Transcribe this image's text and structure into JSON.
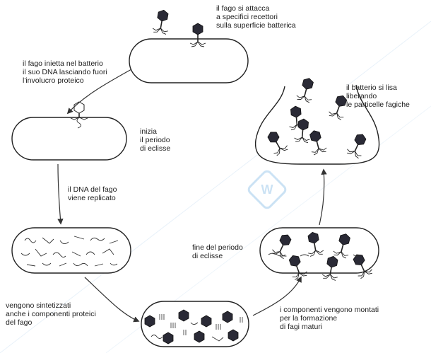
{
  "steps": {
    "attach": "il fago si attacca\na specifici recettori\nsulla superficie batterica",
    "inject": "il fago inietta nel batterio\nil suo DNA lasciando fuori\nl'involucro proteico",
    "eclipse_start": "inizia\nil periodo\ndi eclisse",
    "dna_replication": "il DNA del fago\nviene replicato",
    "protein_synthesis": "vengono sintetizzati\nanche i componenti proteici\ndel fago",
    "assembly": "i componenti vengono montati\nper la formazione\ndi fagi maturi",
    "eclipse_end": "fine del periodo\ndi eclisse",
    "lysis": "il batterio si lisa\nliberando\nle particelle fagiche"
  },
  "watermark": "watermark-logo"
}
